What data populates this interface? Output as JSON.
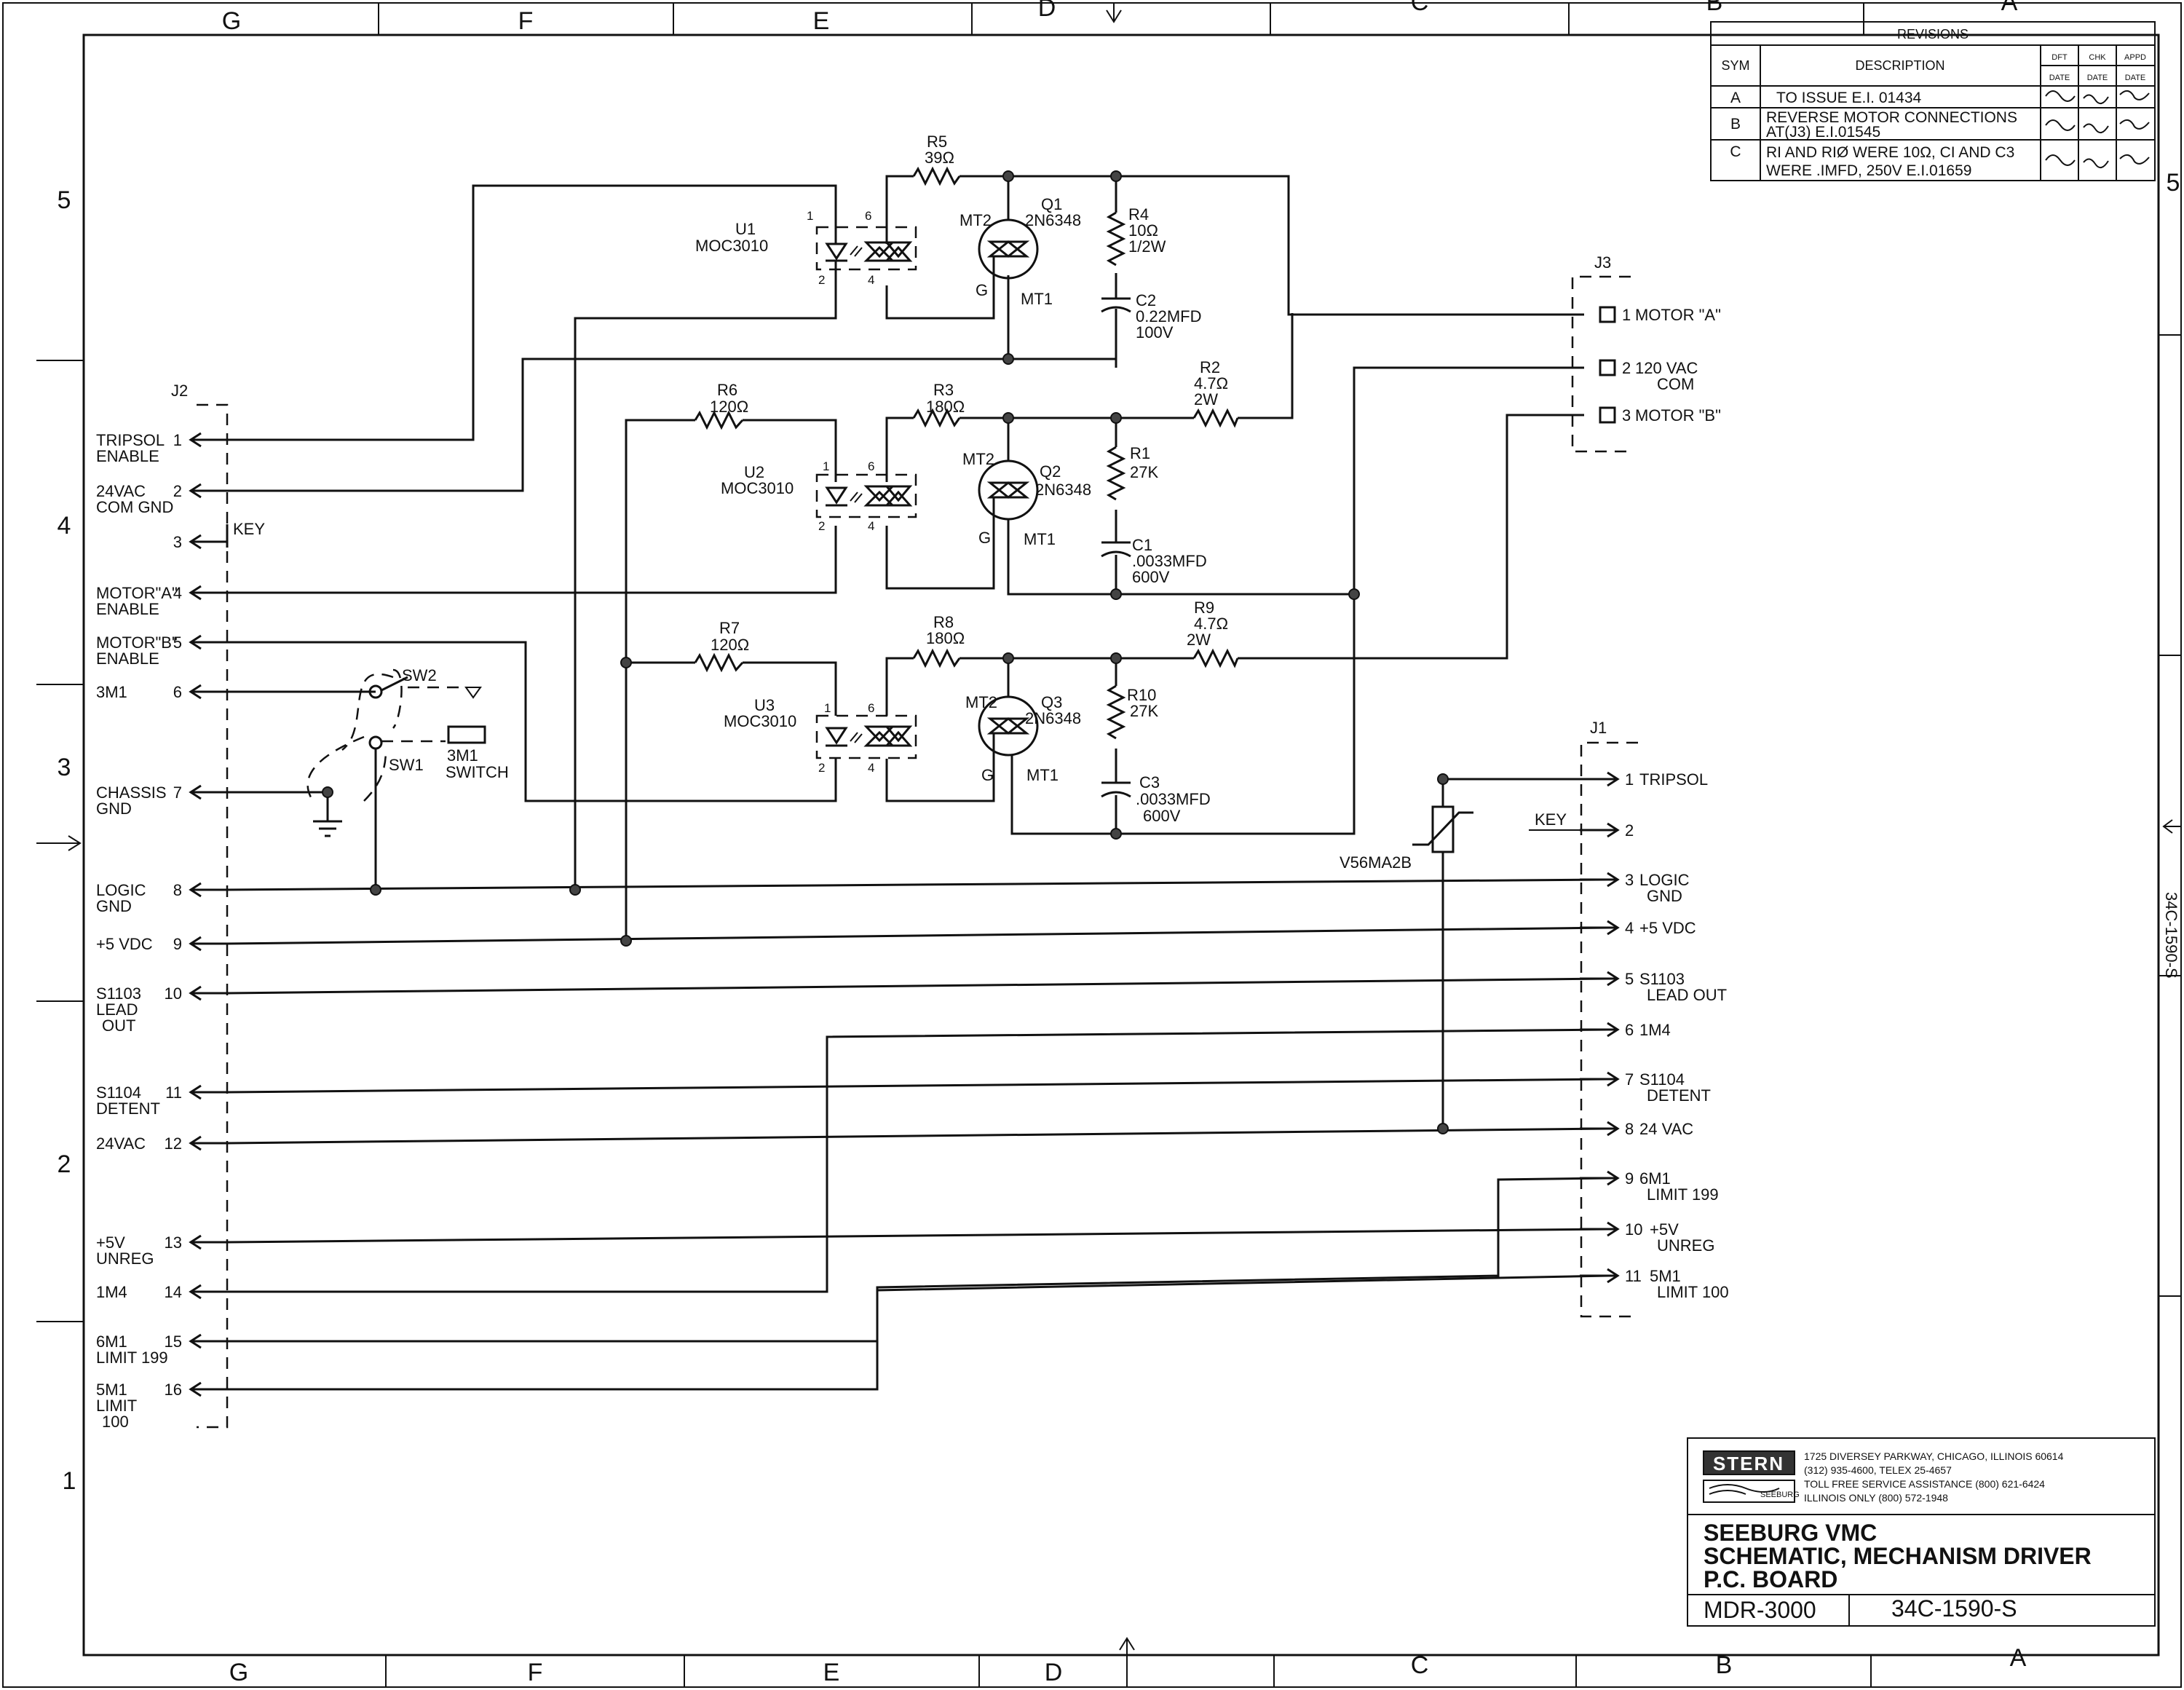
{
  "zones": {
    "columns": [
      "G",
      "F",
      "E",
      "D",
      "C",
      "B",
      "A"
    ],
    "rows": [
      "5",
      "4",
      "3",
      "2",
      "1"
    ]
  },
  "revisions": {
    "title": "REVISIONS",
    "headers": {
      "sym": "SYM",
      "description": "DESCRIPTION",
      "dft": "DFT",
      "chk": "CHK",
      "appd": "APPD",
      "date": "DATE"
    },
    "rows": [
      {
        "sym": "A",
        "line1": "TO ISSUE E.I. 01434",
        "line2": ""
      },
      {
        "sym": "B",
        "line1": "REVERSE MOTOR CONNECTIONS",
        "line2": "AT(J3) E.I.01545"
      },
      {
        "sym": "C",
        "line1": "RI AND RIØ WERE 10Ω, CI AND C3",
        "line2": "WERE .IMFD, 250V E.I.01659"
      }
    ]
  },
  "j2": {
    "label": "J2",
    "key_label": "KEY",
    "pins": [
      {
        "num": "1",
        "label1": "TRIPSOL",
        "label2": "ENABLE"
      },
      {
        "num": "2",
        "label1": "24VAC",
        "label2": "COM GND"
      },
      {
        "num": "3",
        "label1": "",
        "label2": ""
      },
      {
        "num": "4",
        "label1": "MOTOR\"A\"",
        "label2": "ENABLE"
      },
      {
        "num": "5",
        "label1": "MOTOR\"B\"",
        "label2": "ENABLE"
      },
      {
        "num": "6",
        "label1": "3M1",
        "label2": ""
      },
      {
        "num": "7",
        "label1": "CHASSIS",
        "label2": "GND"
      },
      {
        "num": "8",
        "label1": "LOGIC",
        "label2": "GND"
      },
      {
        "num": "9",
        "label1": "+5 VDC",
        "label2": ""
      },
      {
        "num": "10",
        "label1": "S1103",
        "label2": "LEAD",
        "label3": "OUT"
      },
      {
        "num": "11",
        "label1": "S1104",
        "label2": "DETENT"
      },
      {
        "num": "12",
        "label1": "24VAC",
        "label2": ""
      },
      {
        "num": "13",
        "label1": "+5V",
        "label2": "UNREG"
      },
      {
        "num": "14",
        "label1": "1M4",
        "label2": ""
      },
      {
        "num": "15",
        "label1": "6M1",
        "label2": "LIMIT 199"
      },
      {
        "num": "16",
        "label1": "5M1",
        "label2": "LIMIT",
        "label3": "100"
      }
    ]
  },
  "j3": {
    "label": "J3",
    "pins": [
      {
        "num": "1",
        "label1": "MOTOR \"A\"",
        "label2": ""
      },
      {
        "num": "2",
        "label1": "120 VAC",
        "label2": "COM"
      },
      {
        "num": "3",
        "label1": "MOTOR \"B\"",
        "label2": ""
      }
    ]
  },
  "j1": {
    "label": "J1",
    "key_label": "KEY",
    "pins": [
      {
        "num": "1",
        "label1": "TRIPSOL",
        "label2": ""
      },
      {
        "num": "2",
        "label1": "",
        "label2": ""
      },
      {
        "num": "3",
        "label1": "LOGIC",
        "label2": "GND"
      },
      {
        "num": "4",
        "label1": "+5 VDC",
        "label2": ""
      },
      {
        "num": "5",
        "label1": "S1103",
        "label2": "LEAD OUT"
      },
      {
        "num": "6",
        "label1": "1M4",
        "label2": ""
      },
      {
        "num": "7",
        "label1": "S1104",
        "label2": "DETENT"
      },
      {
        "num": "8",
        "label1": "24 VAC",
        "label2": ""
      },
      {
        "num": "9",
        "label1": "6M1",
        "label2": "LIMIT 199"
      },
      {
        "num": "10",
        "label1": "+5V",
        "label2": "UNREG"
      },
      {
        "num": "11",
        "label1": "5M1",
        "label2": "LIMIT 100"
      }
    ]
  },
  "components": {
    "u1": {
      "ref": "U1",
      "part": "MOC3010",
      "pin1": "1",
      "pin2": "2",
      "pin4": "4",
      "pin6": "6"
    },
    "u2": {
      "ref": "U2",
      "part": "MOC3010",
      "pin1": "1",
      "pin2": "2",
      "pin4": "4",
      "pin6": "6"
    },
    "u3": {
      "ref": "U3",
      "part": "MOC3010",
      "pin1": "1",
      "pin2": "2",
      "pin4": "4",
      "pin6": "6"
    },
    "q1": {
      "ref": "Q1",
      "part": "2N6348",
      "mt2": "MT2",
      "mt1": "MT1",
      "g": "G"
    },
    "q2": {
      "ref": "Q2",
      "part": "2N6348",
      "mt2": "MT2",
      "mt1": "MT1",
      "g": "G"
    },
    "q3": {
      "ref": "Q3",
      "part": "2N6348",
      "mt2": "MT2",
      "mt1": "MT1",
      "g": "G"
    },
    "r5": {
      "ref": "R5",
      "value": "39Ω"
    },
    "r4": {
      "ref": "R4",
      "value": "10Ω",
      "rating": "1/2W"
    },
    "c2": {
      "ref": "C2",
      "value": "0.22MFD",
      "rating": "100V"
    },
    "r6": {
      "ref": "R6",
      "value": "120Ω"
    },
    "r3": {
      "ref": "R3",
      "value": "180Ω"
    },
    "r2": {
      "ref": "R2",
      "value": "4.7Ω",
      "rating": "2W"
    },
    "r1": {
      "ref": "R1",
      "value": "27K"
    },
    "c1": {
      "ref": "C1",
      "value": ".0033MFD",
      "rating": "600V"
    },
    "r7": {
      "ref": "R7",
      "value": "120Ω"
    },
    "r8": {
      "ref": "R8",
      "value": "180Ω"
    },
    "r9": {
      "ref": "R9",
      "value": "4.7Ω",
      "rating": "2W"
    },
    "r10": {
      "ref": "R10",
      "value": "27K"
    },
    "c3": {
      "ref": "C3",
      "value": ".0033MFD",
      "rating": "600V"
    },
    "varistor": {
      "ref": "V56MA2B"
    },
    "sw2": {
      "ref": "SW2"
    },
    "sw1": {
      "ref": "SW1"
    },
    "switch3m1": {
      "line1": "3M1",
      "line2": "SWITCH"
    }
  },
  "title_block": {
    "logo": "STERN",
    "sublogo": "SEEBURG",
    "address": [
      "1725 DIVERSEY PARKWAY, CHICAGO, ILLINOIS 60614",
      "(312) 935-4600, TELEX 25-4657",
      "TOLL FREE SERVICE ASSISTANCE (800) 621-6424",
      "ILLINOIS ONLY (800) 572-1948"
    ],
    "title": [
      "SEEBURG VMC",
      "SCHEMATIC, MECHANISM DRIVER",
      "P.C. BOARD"
    ],
    "model": "MDR-3000",
    "drawing_number": "34C-1590-S",
    "edge_number": "34C-1590-S"
  }
}
